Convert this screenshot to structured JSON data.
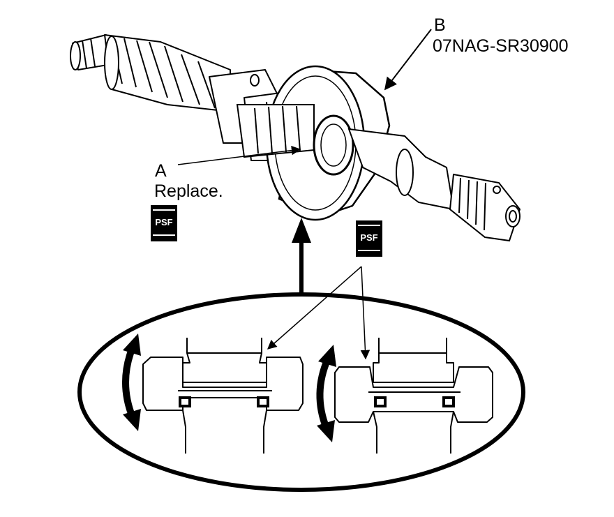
{
  "callout_b": {
    "letter": "B",
    "tool_number": "07NAG-SR30900"
  },
  "callout_a": {
    "letter": "A",
    "instruction": "Replace."
  },
  "badges": {
    "psf_left": "PSF",
    "psf_right": "PSF"
  },
  "colors": {
    "ink": "#000000",
    "paper": "#ffffff"
  },
  "icons": [
    "psf-fluid-icon",
    "rotate-arrow-icon",
    "up-arrow-icon"
  ]
}
